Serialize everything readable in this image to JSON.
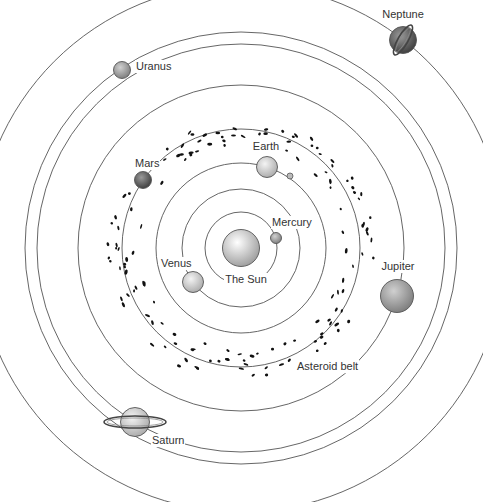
{
  "diagram": {
    "nodes": [
      {
        "text": [
          "Neptune"
        ]
      },
      {
        "text": [
          "Uranus"
        ]
      },
      {
        "text": [
          "Earth"
        ]
      },
      {
        "text": [
          "Mars"
        ]
      },
      {
        "text": [
          "Mercury"
        ]
      },
      {
        "text": [
          "Venus"
        ]
      },
      {
        "text": [
          "The Sun"
        ]
      },
      {
        "text": [
          "Jupiter"
        ]
      },
      {
        "text": [
          "Saturn"
        ]
      }
    ],
    "labels": [
      "Asteroid belt"
    ]
  }
}
